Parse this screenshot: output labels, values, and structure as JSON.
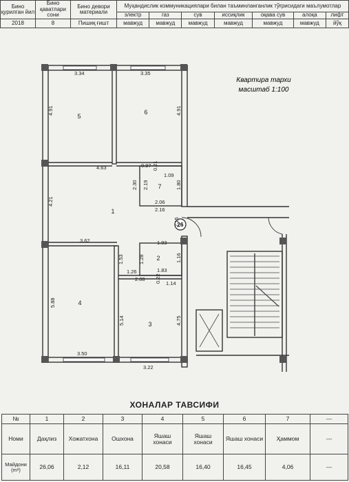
{
  "header": {
    "col1": "Бино қурилган йил",
    "col2": "Бино қаватлари сони",
    "col3": "Бино девори материали",
    "utilities_title": "Муҳандислик коммуникациялари билан таъминланганлик тўғрисидаги маълумотлар",
    "utilities": [
      "электр",
      "газ",
      "сув",
      "иссиқлик",
      "оқава сув",
      "алоқа",
      "лифт"
    ],
    "values": [
      "2018",
      "8",
      "Пишиқ ғишт"
    ],
    "utility_values": [
      "мавжуд",
      "мавжуд",
      "мавжуд",
      "мавжуд",
      "мавжуд",
      "мавжуд",
      "йўқ"
    ]
  },
  "plan": {
    "title_line1": "Квартира тархи",
    "title_line2": "масштаб 1:100",
    "door_number": "26",
    "rooms": [
      "1",
      "2",
      "3",
      "4",
      "5",
      "6",
      "7"
    ],
    "dims": {
      "d334": "3.34",
      "d335": "3.35",
      "d491a": "4.91",
      "d491b": "4.91",
      "d463": "4.63",
      "d097": "0.97",
      "d021": "0.21",
      "d109": "1.09",
      "d230": "2.30",
      "d219": "2.19",
      "d180": "1.80",
      "d421": "4.21",
      "d206": "2.06",
      "d216": "2.16",
      "d215": "2.15",
      "d362": "3.62",
      "d193": "1.93",
      "d153": "1.53",
      "d128": "1.28",
      "d116": "1.16",
      "d126": "1.26",
      "d183": "1.83",
      "d208": "2.08",
      "d022": "0.22",
      "d114": "1.14",
      "d588": "5.88",
      "d514": "5.14",
      "d475": "4.75",
      "d350": "3.50",
      "d322": "3.22"
    }
  },
  "rooms_table": {
    "title": "ХОНАЛАР ТАВСИФИ",
    "row_labels": [
      "№",
      "Номи",
      "Майдони (m²)"
    ],
    "numbers": [
      "1",
      "2",
      "3",
      "4",
      "5",
      "6",
      "7",
      "---"
    ],
    "names": [
      "Даҳлиз",
      "Хожатхона",
      "Ошхона",
      "Яшаш хонаси",
      "Яшаш хонаси",
      "Яшаш хонаси",
      "Ҳаммом",
      "---"
    ],
    "areas": [
      "26,06",
      "2,12",
      "16,11",
      "20,58",
      "16,40",
      "16,45",
      "4,06",
      "---"
    ]
  }
}
